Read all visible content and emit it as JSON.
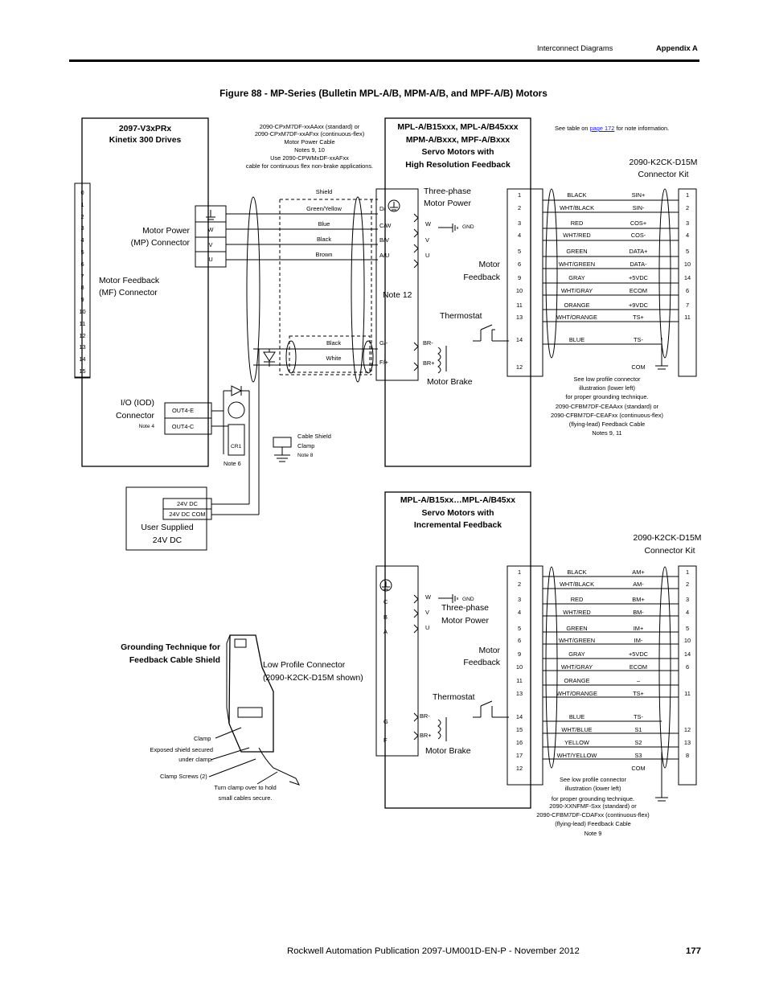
{
  "header": {
    "section": "Interconnect Diagrams",
    "appendix": "Appendix A"
  },
  "figure_title": "Figure 88 - MP-Series (Bulletin MPL-A/B, MPM-A/B, and MPF-A/B) Motors",
  "drive": {
    "title_line1": "2097-V3xPRx",
    "title_line2": "Kinetix 300 Drives",
    "mf_pins": [
      "0",
      "1",
      "2",
      "3",
      "4",
      "5",
      "6",
      "7",
      "8",
      "9",
      "10",
      "11",
      "12",
      "13",
      "14",
      "15"
    ],
    "mp_label_line1": "Motor Power",
    "mp_label_line2": "(MP) Connector",
    "mp_pins": [
      "W",
      "V",
      "U"
    ],
    "mf_label_line1": "Motor Feedback",
    "mf_label_line2": "(MF) Connector",
    "io_label_line1": "I/O (IOD)",
    "io_label_line2": "Connector",
    "io_note": "Note 4",
    "io_pins": [
      "OUT4-E",
      "OUT4-C"
    ],
    "cr1": "CR1",
    "note6": "Note 6"
  },
  "supply": {
    "label_line1": "User Supplied",
    "label_line2": "24V DC",
    "pins": [
      "24V DC",
      "24V DC COM"
    ]
  },
  "power_cable": {
    "lines": [
      "2090-CPxM7DF-xxAAxx (standard) or",
      "2090-CPxM7DF-xxAFxx (continuous-flex)",
      "Motor Power Cable",
      "Notes 9, 10",
      "Use 2090-CPWMxDF-xxAFxx",
      "cable for continuous flex non-brake applications."
    ],
    "wires": [
      "Shield",
      "Green/Yellow",
      "Blue",
      "Black",
      "Brown"
    ],
    "brake_wires": [
      "Black",
      "White"
    ],
    "clamp_lines": [
      "Cable Shield",
      "Clamp"
    ],
    "clamp_note": "Note 8"
  },
  "motor1": {
    "title_lines": [
      "MPL-A/B15xxx, MPL-A/B45xxx",
      "MPM-A/Bxxx, MPF-A/Bxxx",
      "Servo Motors with",
      "High Resolution Feedback"
    ],
    "connector_pins": [
      "D/",
      "C/W",
      "B/V",
      "A/U",
      "G/-",
      "F/+"
    ],
    "phase_label_lines": [
      "Three-phase",
      "Motor Power"
    ],
    "phase_pins": [
      "W",
      "V",
      "U"
    ],
    "gnd": "GND",
    "note12": "Note 12",
    "thermostat": "Thermostat",
    "brake_pins": [
      "BR-",
      "BR+"
    ],
    "brake_label": "Motor Brake",
    "feedback_label_lines": [
      "Motor",
      "Feedback"
    ]
  },
  "feedback1": {
    "see_table_prefix": "See table on ",
    "see_table_link": "page 172",
    "see_table_suffix": " for note information.",
    "kit_lines": [
      "2090-K2CK-D15M",
      "Connector Kit"
    ],
    "rows": [
      {
        "pin": "1",
        "color": "BLACK",
        "signal": "SIN+",
        "kit": "1"
      },
      {
        "pin": "2",
        "color": "WHT/BLACK",
        "signal": "SIN-",
        "kit": "2"
      },
      {
        "pin": "3",
        "color": "RED",
        "signal": "COS+",
        "kit": "3"
      },
      {
        "pin": "4",
        "color": "WHT/RED",
        "signal": "COS-",
        "kit": "4"
      },
      {
        "pin": "5",
        "color": "GREEN",
        "signal": "DATA+",
        "kit": "5"
      },
      {
        "pin": "6",
        "color": "WHT/GREEN",
        "signal": "DATA-",
        "kit": "10"
      },
      {
        "pin": "9",
        "color": "GRAY",
        "signal": "+5VDC",
        "kit": "14"
      },
      {
        "pin": "10",
        "color": "WHT/GRAY",
        "signal": "ECOM",
        "kit": "6"
      },
      {
        "pin": "11",
        "color": "ORANGE",
        "signal": "+9VDC",
        "kit": "7"
      },
      {
        "pin": "13",
        "color": "WHT/ORANGE",
        "signal": "TS+",
        "kit": "11"
      },
      {
        "pin": "14",
        "color": "BLUE",
        "signal": "TS-",
        "kit": ""
      },
      {
        "pin": "12",
        "color": "",
        "signal": "COM",
        "kit": ""
      }
    ],
    "note_lines": [
      "See low profile connector",
      "illustration (lower left)",
      "for proper grounding technique.",
      "2090-CFBM7DF-CEAAxx (standard) or",
      "2090-CFBM7DF-CEAFxx (continuous-flex)",
      "(flying-lead) Feedback Cable",
      "Notes 9, 11"
    ]
  },
  "motor2": {
    "title_lines": [
      "MPL-A/B15xx…MPL-A/B45xx",
      "Servo Motors with",
      "Incremental Feedback"
    ],
    "connector_pins": [
      "C",
      "B",
      "A",
      "G",
      "F"
    ],
    "phase_label_lines": [
      "Three-phase",
      "Motor Power"
    ],
    "phase_pins": [
      "W",
      "V",
      "U"
    ],
    "gnd": "GND",
    "thermostat": "Thermostat",
    "brake_pins": [
      "BR-",
      "BR+"
    ],
    "brake_label": "Motor Brake",
    "feedback_label_lines": [
      "Motor",
      "Feedback"
    ]
  },
  "feedback2": {
    "kit_lines": [
      "2090-K2CK-D15M",
      "Connector Kit"
    ],
    "rows": [
      {
        "pin": "1",
        "color": "BLACK",
        "signal": "AM+",
        "kit": "1"
      },
      {
        "pin": "2",
        "color": "WHT/BLACK",
        "signal": "AM-",
        "kit": "2"
      },
      {
        "pin": "3",
        "color": "RED",
        "signal": "BM+",
        "kit": "3"
      },
      {
        "pin": "4",
        "color": "WHT/RED",
        "signal": "BM-",
        "kit": "4"
      },
      {
        "pin": "5",
        "color": "GREEN",
        "signal": "IM+",
        "kit": "5"
      },
      {
        "pin": "6",
        "color": "WHT/GREEN",
        "signal": "IM-",
        "kit": "10"
      },
      {
        "pin": "9",
        "color": "GRAY",
        "signal": "+5VDC",
        "kit": "14"
      },
      {
        "pin": "10",
        "color": "WHT/GRAY",
        "signal": "ECOM",
        "kit": "6"
      },
      {
        "pin": "11",
        "color": "ORANGE",
        "signal": "–",
        "kit": ""
      },
      {
        "pin": "13",
        "color": "WHT/ORANGE",
        "signal": "TS+",
        "kit": "11"
      },
      {
        "pin": "14",
        "color": "BLUE",
        "signal": "TS-",
        "kit": ""
      },
      {
        "pin": "15",
        "color": "WHT/BLUE",
        "signal": "S1",
        "kit": "12"
      },
      {
        "pin": "16",
        "color": "YELLOW",
        "signal": "S2",
        "kit": "13"
      },
      {
        "pin": "17",
        "color": "WHT/YELLOW",
        "signal": "S3",
        "kit": "8"
      },
      {
        "pin": "12",
        "color": "",
        "signal": "COM",
        "kit": ""
      }
    ],
    "note_lines": [
      "See low profile connector",
      "illustration (lower left)",
      "for proper grounding technique.",
      "2090-XXNFMF-Sxx (standard) or",
      "2090-CFBM7DF-CDAFxx (continuous-flex)",
      "(flying-lead) Feedback Cable",
      "Note 9"
    ]
  },
  "grounding": {
    "title_lines": [
      "Grounding Technique for",
      "Feedback Cable Shield"
    ],
    "connector_lines": [
      "Low Profile Connector",
      "(2090-K2CK-D15M shown)"
    ],
    "clamp": "Clamp",
    "exposed_lines": [
      "Exposed shield secured",
      "under clamp."
    ],
    "screws": "Clamp Screws (2)",
    "turn_lines": [
      "Turn clamp over to hold",
      "small cables secure."
    ]
  },
  "footer": {
    "publication": "Rockwell Automation Publication 2097-UM001D-EN-P - November 2012",
    "page": "177"
  }
}
